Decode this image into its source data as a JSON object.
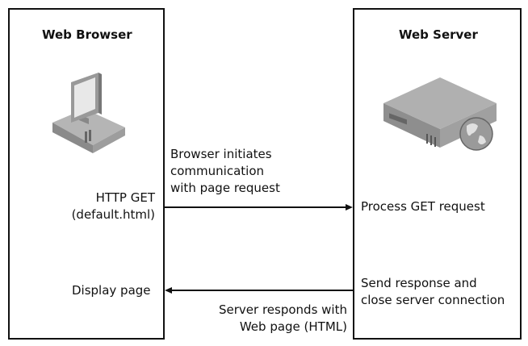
{
  "client": {
    "title": "Web Browser",
    "icon": "desktop-computer-icon",
    "request_label": [
      "HTTP GET",
      "(default.html)"
    ],
    "display_label": "Display page"
  },
  "server": {
    "title": "Web Server",
    "icon": "server-globe-icon",
    "process_label": "Process GET request",
    "response_label": [
      "Send response and",
      "close server connection"
    ]
  },
  "request_arrow": {
    "label": [
      "Browser initiates",
      "communication",
      "with page request"
    ]
  },
  "response_arrow": {
    "label": [
      "Server responds with",
      "Web page (HTML)"
    ]
  }
}
